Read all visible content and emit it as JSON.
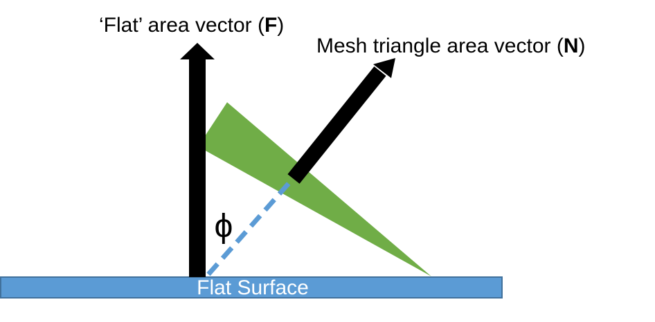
{
  "labels": {
    "flat_vector": {
      "prefix": "‘Flat’ area vector (",
      "symbol": "F",
      "suffix": ")"
    },
    "mesh_vector": {
      "prefix": "Mesh triangle area vector (",
      "symbol": "N",
      "suffix": ")"
    },
    "angle_symbol": "ϕ",
    "surface": "Flat Surface"
  },
  "colors": {
    "surface_fill": "#5b9bd5",
    "surface_stroke": "#41719c",
    "triangle_fill": "#70ad47",
    "vector": "#000000",
    "dashed_line": "#5b9bd5",
    "surface_text": "#ffffff",
    "label_text": "#000000"
  }
}
